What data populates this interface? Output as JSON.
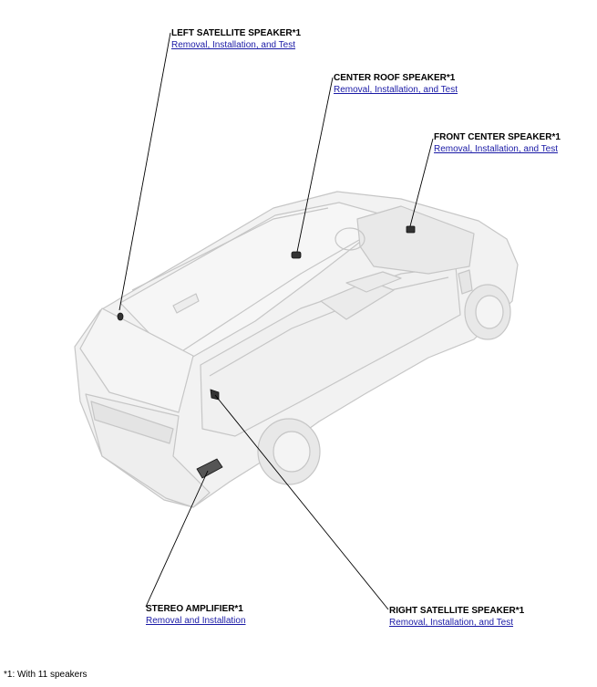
{
  "components": [
    {
      "id": "left-satellite",
      "title": "LEFT SATELLITE SPEAKER*1",
      "link": "Removal, Installation, and Test"
    },
    {
      "id": "center-roof",
      "title": "CENTER ROOF SPEAKER*1",
      "link": "Removal, Installation, and Test"
    },
    {
      "id": "front-center",
      "title": "FRONT CENTER SPEAKER*1",
      "link": "Removal, Installation, and Test"
    },
    {
      "id": "stereo-amplifier",
      "title": "STEREO AMPLIFIER*1",
      "link": "Removal and Installation"
    },
    {
      "id": "right-satellite",
      "title": "RIGHT SATELLITE SPEAKER*1",
      "link": "Removal, Installation, and Test"
    }
  ],
  "footnote": "*1: With 11 speakers",
  "colors": {
    "link": "#1a1aa6",
    "outline": "#c4c4c4",
    "body": "#f1f1f1",
    "leader": "#000000"
  }
}
